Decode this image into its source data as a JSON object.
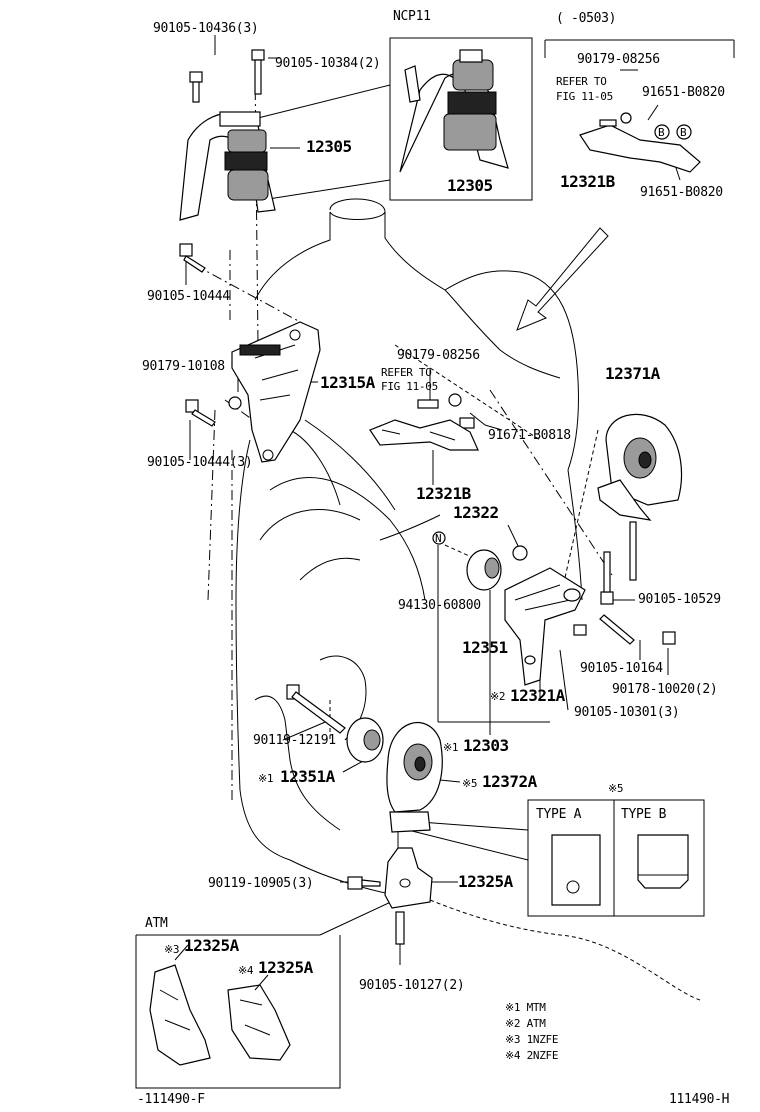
{
  "diagram": {
    "figure_id_left": "-111490-F",
    "figure_id_right": "111490-H",
    "variant_labels": {
      "ncp11": "NCP11",
      "date_range": "(   -0503)",
      "atm": "ATM",
      "type_note": "※5",
      "type_a": "TYPE A",
      "type_b": "TYPE B"
    },
    "references": {
      "refer_top": [
        "REFER TO",
        "FIG 11-05"
      ],
      "refer_mid": [
        "REFER TO",
        "FIG 11-05"
      ]
    },
    "parts": {
      "p90105_10436": "90105-10436(3)",
      "p90105_10384": "90105-10384(2)",
      "p12305_left": "12305",
      "p12305_inset": "12305",
      "p90179_08256_top": "90179-08256",
      "p91651_a": "91651-B0820",
      "p12321B_top": "12321B",
      "p91651_b": "91651-B0820",
      "p90105_10444": "90105-10444",
      "p90179_10108": "90179-10108",
      "p12315A": "12315A",
      "p90105_10444_3": "90105-10444(3)",
      "p90179_08256_mid": "90179-08256",
      "p91671_B0818": "91671-B0818",
      "p12371A": "12371A",
      "p12321B_mid": "12321B",
      "p12322": "12322",
      "p94130_60800": "94130-60800",
      "p90105_10529": "90105-10529",
      "p12351": "12351",
      "p90105_10164": "90105-10164",
      "p90178_10020": "90178-10020(2)",
      "p12321A": "12321A",
      "p90105_10301": "90105-10301(3)",
      "p90119_12191": "90119-12191",
      "p12303": "12303",
      "p12351A": "12351A",
      "p12372A": "12372A",
      "p90119_10905": "90119-10905(3)",
      "p12325A": "12325A",
      "p12325A_3": "12325A",
      "p12325A_4": "12325A",
      "p90105_10127": "90105-10127(2)"
    },
    "marks": {
      "m2_12321A": "※2",
      "m1_12303": "※1",
      "m1_12351A": "※1",
      "m5_12372A": "※5",
      "m3": "※3",
      "m4": "※4"
    },
    "legend": [
      {
        "mark": "※1",
        "text": "MTM"
      },
      {
        "mark": "※2",
        "text": "ATM"
      },
      {
        "mark": "※3",
        "text": "1NZFE"
      },
      {
        "mark": "※4",
        "text": "2NZFE"
      }
    ],
    "badges": {
      "b_mark": "B",
      "n_mark": "N"
    }
  }
}
